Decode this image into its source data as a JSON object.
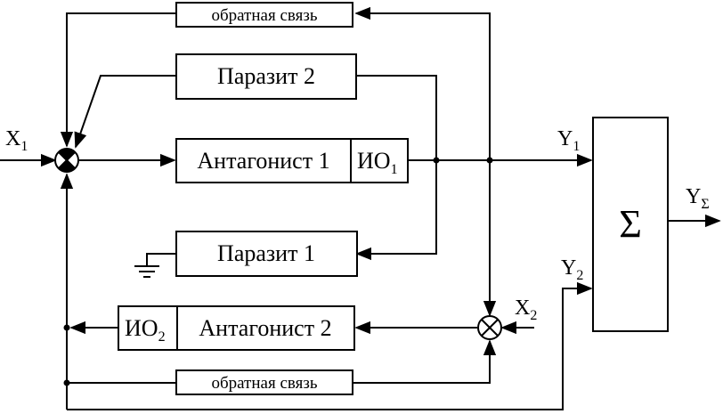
{
  "blocks": {
    "feedback_top": "обратная связь",
    "parasite_2": "Паразит 2",
    "antagonist_1": "Антагонист 1",
    "io_1_main": "ИО",
    "io_1_sub": "1",
    "parasite_1": "Паразит 1",
    "io_2_main": "ИО",
    "io_2_sub": "2",
    "antagonist_2": "Антагонист 2",
    "feedback_bottom": "обратная связь",
    "sum_symbol": "Σ"
  },
  "signals": {
    "x1_main": "X",
    "x1_sub": "1",
    "x2_main": "X",
    "x2_sub": "2",
    "y1_main": "Y",
    "y1_sub": "1",
    "y2_main": "Y",
    "y2_sub": "2",
    "ysum_main": "Y",
    "ysum_sub": "Σ"
  }
}
